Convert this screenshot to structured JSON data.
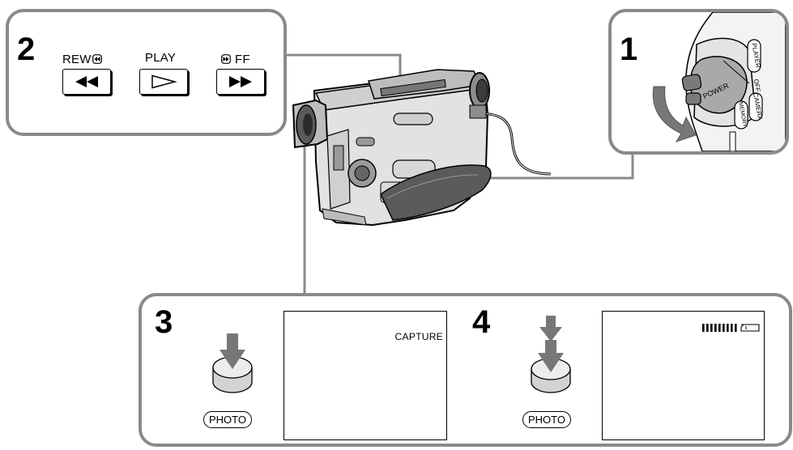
{
  "steps": {
    "step1": {
      "number": "1"
    },
    "step2": {
      "number": "2"
    },
    "step3": {
      "number": "3"
    },
    "step4": {
      "number": "4"
    }
  },
  "step2_buttons": {
    "rew_label": "REW",
    "play_label": "PLAY",
    "ff_label": "FF"
  },
  "power_switch": {
    "player_label": "PLAYER",
    "power_label": "POWER",
    "off_label": "OFF",
    "camera_label": "CAMERA",
    "memory_label": "MEMORY"
  },
  "step3": {
    "screen_text": "CAPTURE",
    "button_label": "PHOTO"
  },
  "step4": {
    "button_label": "PHOTO"
  },
  "colors": {
    "panel_border": "#8a8a8a",
    "camera_body": "#d9d9d9",
    "camera_dark": "#6e6e6e",
    "arrow": "#777777",
    "connector": "#8a8a8a"
  }
}
